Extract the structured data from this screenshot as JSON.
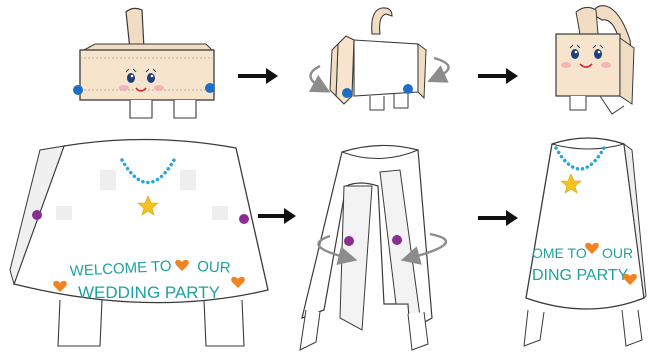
{
  "colors": {
    "paper": "#ffffff",
    "outline": "#3a3a3a",
    "tab_fill": "#f1dcc4",
    "skin": "#f7e4cc",
    "dot_blue": "#1e6fc4",
    "dot_purple": "#8a2f90",
    "necklace": "#27a6dd",
    "star": "#f6c21c",
    "text_teal": "#1fa1a3",
    "heart": "#ef8420",
    "rotate_arrow": "#8c8c8c",
    "step_arrow": "#111111"
  },
  "icons": {
    "step_arrow": "right-arrow-icon",
    "rotate_arrow": "rotate-arrow-icon",
    "heart": "heart-icon",
    "star": "star-icon"
  },
  "head_row": {
    "steps": [
      "flat-head-cutout",
      "folding-head-cutout",
      "finished-head"
    ]
  },
  "body_row": {
    "steps": [
      "flat-body-cutout",
      "rolling-body-cutout",
      "finished-body"
    ],
    "banner": {
      "line1": "WELCOME TO",
      "line1_word2": "OUR",
      "line2": "WEDDING PARTY"
    },
    "finished_banner": {
      "line1": "OME TO",
      "line1_word2": "OUR",
      "line2": "DING PARTY"
    }
  }
}
